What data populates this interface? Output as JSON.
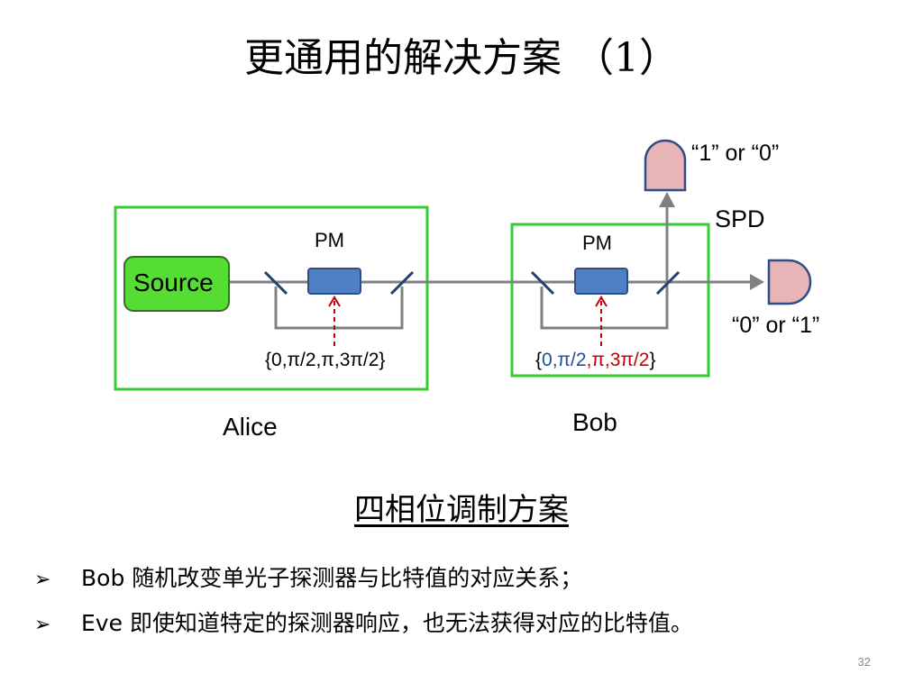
{
  "title": "更通用的解决方案 （1）",
  "diagram": {
    "source_label": "Source",
    "pm_alice_label": "PM",
    "pm_bob_label": "PM",
    "alice_label": "Alice",
    "bob_label": "Bob",
    "spd_label": "SPD",
    "top_detector_label": "“1” or “0”",
    "right_detector_label": "“0” or “1”",
    "alice_phase_set": "{0,π/2,π,3π/2}",
    "bob_phase_parts": [
      "{",
      "0",
      ",",
      "π/2",
      ",",
      "π",
      ",",
      "3π/2",
      "}"
    ],
    "colors": {
      "box_border": "#33cc33",
      "source_fill": "#55dd33",
      "pm_fill": "#4f7fc4",
      "detector_fill": "#e8b4b6",
      "fiber": "#808080",
      "arrow_red": "#c00000"
    }
  },
  "subtitle": "四相位调制方案",
  "bullets": [
    {
      "mark": "➢",
      "text": "Bob 随机改变单光子探测器与比特值的对应关系；"
    },
    {
      "mark": "➢",
      "text": "Eve 即使知道特定的探测器响应，也无法获得对应的比特值。"
    }
  ],
  "page_number": "32"
}
